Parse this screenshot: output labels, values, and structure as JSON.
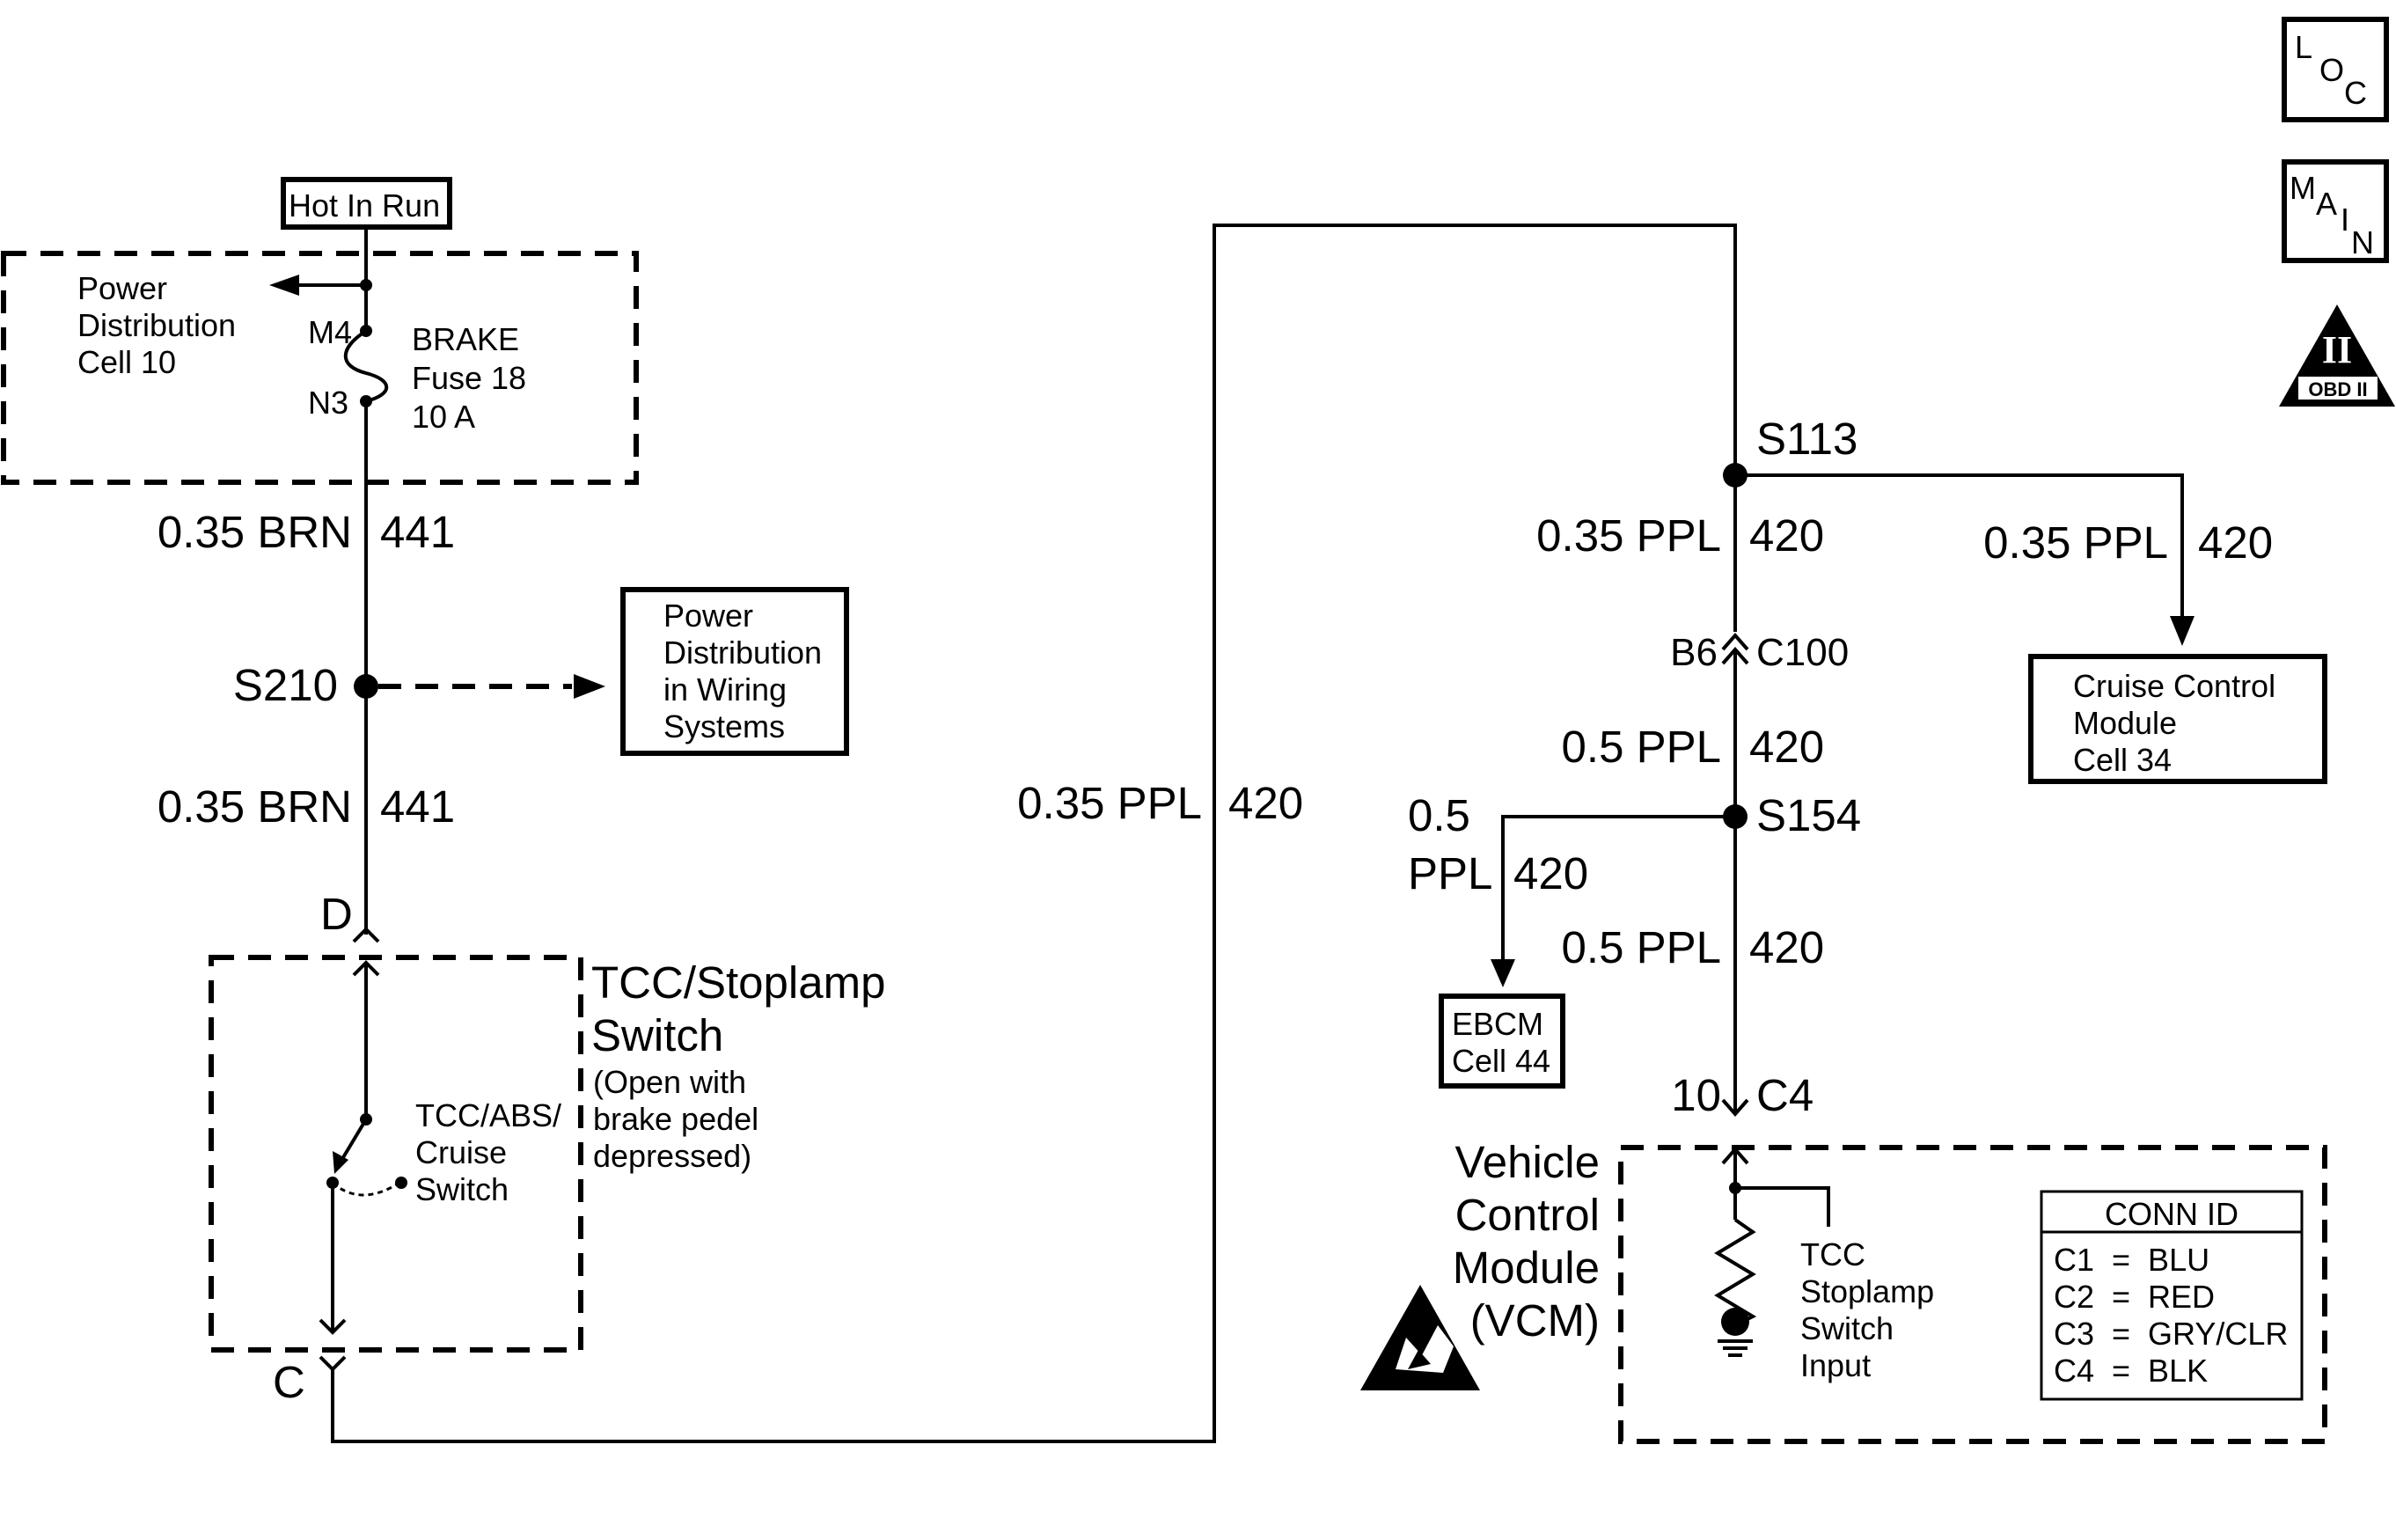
{
  "source": {
    "label": "Hot In Run"
  },
  "power_distribution": {
    "lines": [
      "Power",
      "Distribution",
      "Cell 10"
    ],
    "terminal_top": "M4",
    "terminal_bottom": "N3",
    "fuse_lines": [
      "BRAKE",
      "Fuse 18",
      "10 A"
    ]
  },
  "wire_441_upper": {
    "gauge": "0.35 BRN",
    "circuit": "441"
  },
  "splice_s210": {
    "label": "S210"
  },
  "pdws_box": {
    "lines": [
      "Power",
      "Distribution",
      "in Wiring",
      "Systems"
    ]
  },
  "wire_441_lower": {
    "gauge": "0.35 BRN",
    "circuit": "441"
  },
  "connector_d": {
    "label": "D"
  },
  "switch_component": {
    "title_lines": [
      "TCC/Stoplamp",
      "Switch"
    ],
    "note_lines": [
      "(Open with",
      "brake pedel",
      "depressed)"
    ],
    "switch_lines": [
      "TCC/ABS/",
      "Cruise",
      "Switch"
    ]
  },
  "connector_c": {
    "label": "C"
  },
  "wire_420_long": {
    "gauge": "0.35 PPL",
    "circuit": "420"
  },
  "splice_s113": {
    "label": "S113"
  },
  "wire_420_s113_down": {
    "gauge": "0.35 PPL",
    "circuit": "420"
  },
  "wire_420_to_ccm": {
    "gauge": "0.35 PPL",
    "circuit": "420"
  },
  "ccm_box": {
    "lines": [
      "Cruise Control",
      "Module",
      "Cell 34"
    ]
  },
  "connector_c100": {
    "pin": "B6",
    "label": "C100"
  },
  "wire_420_c100_down": {
    "gauge": "0.5 PPL",
    "circuit": "420"
  },
  "splice_s154": {
    "label": "S154"
  },
  "wire_420_to_ebcm": {
    "gauge_line1": "0.5",
    "gauge_line2": "PPL",
    "circuit": "420"
  },
  "ebcm_box": {
    "lines": [
      "EBCM",
      "Cell 44"
    ]
  },
  "wire_420_s154_down": {
    "gauge": "0.5 PPL",
    "circuit": "420"
  },
  "connector_c4": {
    "pin": "10",
    "label": "C4"
  },
  "vcm": {
    "title_lines": [
      "Vehicle",
      "Control",
      "Module",
      "(VCM)"
    ],
    "input_lines": [
      "TCC",
      "Stoplamp",
      "Switch",
      "Input"
    ]
  },
  "conn_id": {
    "header": "CONN ID",
    "rows": [
      "C1  =  BLU",
      "C2  =  RED",
      "C3  =  GRY/CLR",
      "C4  =  BLK"
    ]
  },
  "nav_icons": {
    "loc": [
      "L",
      "O",
      "C"
    ],
    "main": [
      "M",
      "A",
      "I",
      "N"
    ],
    "obd": {
      "numeral": "II",
      "label": "OBD II"
    }
  }
}
